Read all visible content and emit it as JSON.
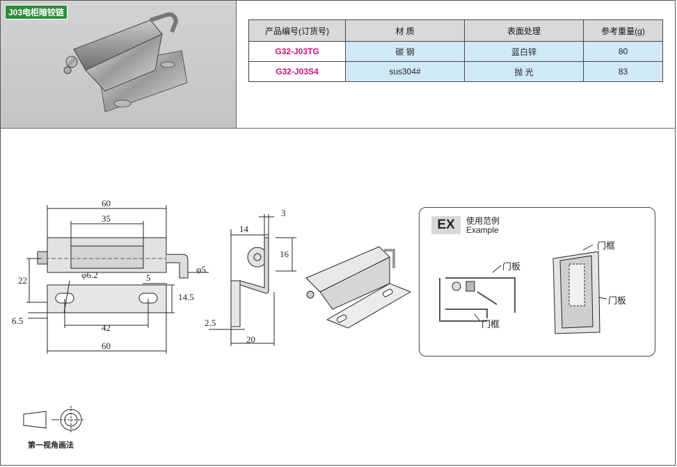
{
  "badge": "J03电柜暗铰链",
  "table": {
    "headers": [
      "产品编号(订货号)",
      "材  质",
      "表面处理",
      "参考重量(g)"
    ],
    "rows": [
      {
        "code": "G32-J03TG",
        "material": "碳 钢",
        "finish": "蓝白锌",
        "weight": "80"
      },
      {
        "code": "G32-J03S4",
        "material": "sus304#",
        "finish": "抛  光",
        "weight": "83"
      }
    ]
  },
  "dims": {
    "d60_top": "60",
    "d35": "35",
    "d22": "22",
    "d62": "φ6.2",
    "d5a": "5",
    "d42": "42",
    "d60_bottom": "60",
    "d65": "6.5",
    "d145": "14.5",
    "d5b": "φ5",
    "d14": "14",
    "d3": "3",
    "d16": "16",
    "d25": "2.5",
    "d20": "20"
  },
  "example": {
    "tag": "EX",
    "title_cn": "使用范例",
    "title_en": "Example",
    "label_door_panel_1": "门板",
    "label_door_frame_1": "门框",
    "label_door_frame_2": "门框",
    "label_door_panel_2": "门板"
  },
  "projection_label": "第一视角画法"
}
